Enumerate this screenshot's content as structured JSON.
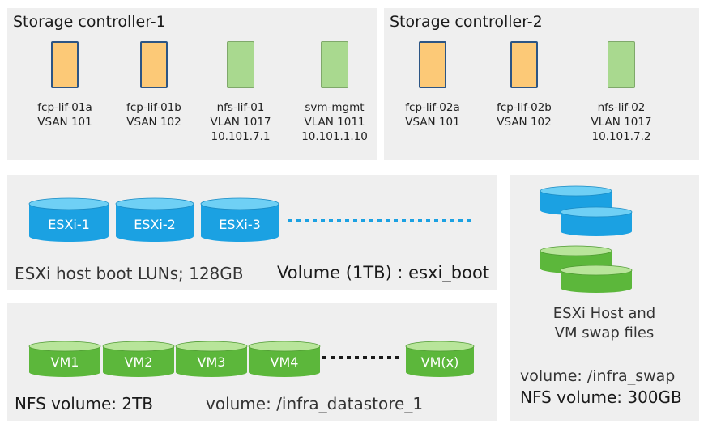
{
  "controller1": {
    "title": "Storage controller-1",
    "lifs": [
      {
        "name": "fcp-lif-01a",
        "line2": "VSAN 101",
        "line3": "",
        "color": "orange"
      },
      {
        "name": "fcp-lif-01b",
        "line2": "VSAN 102",
        "line3": "",
        "color": "orange"
      },
      {
        "name": "nfs-lif-01",
        "line2": "VLAN 1017",
        "line3": "10.101.7.1",
        "color": "green"
      },
      {
        "name": "svm-mgmt",
        "line2": "VLAN 1011",
        "line3": "10.101.1.10",
        "color": "green"
      }
    ]
  },
  "controller2": {
    "title": "Storage controller-2",
    "lifs": [
      {
        "name": "fcp-lif-02a",
        "line2": "VSAN 101",
        "line3": "",
        "color": "orange"
      },
      {
        "name": "fcp-lif-02b",
        "line2": "VSAN 102",
        "line3": "",
        "color": "orange"
      },
      {
        "name": "nfs-lif-02",
        "line2": "VLAN 1017",
        "line3": "10.101.7.2",
        "color": "green"
      }
    ]
  },
  "boot": {
    "hosts": [
      "ESXi-1",
      "ESXi-2",
      "ESXi-3"
    ],
    "caption": "ESXi host boot LUNs; 128GB",
    "volume": "Volume (1TB) : esxi_boot"
  },
  "datastore": {
    "vms": [
      "VM1",
      "VM2",
      "VM3",
      "VM4"
    ],
    "last_vm": "VM(x)",
    "nfs_label": "NFS volume: 2TB",
    "volume": "volume: /infra_datastore_1"
  },
  "swap": {
    "caption_line1": "ESXi Host and",
    "caption_line2": "VM swap files",
    "volume": "volume: /infra_swap",
    "nfs_label": "NFS volume: 300GB"
  },
  "colors": {
    "orange": "#fcc977",
    "green": "#a9d98f",
    "blue_top": "#6fd0f5",
    "blue_body": "#1ba1e2",
    "green_top": "#b8e59a",
    "green_body": "#5cb73b",
    "dots_blue": "#1ba1e2",
    "dots_black": "#1a1a1a"
  }
}
